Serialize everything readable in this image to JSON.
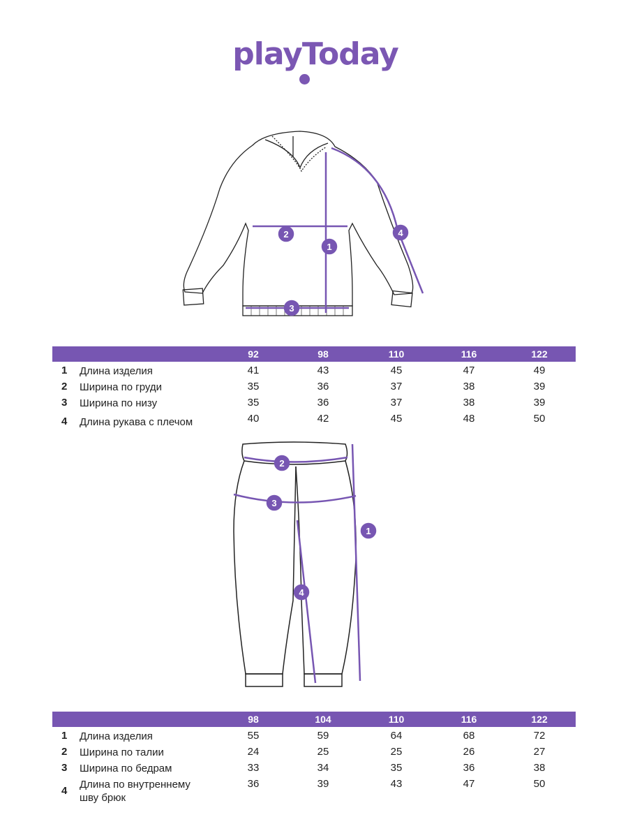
{
  "brand": {
    "logo_text": "playToday",
    "color": "#7B57B3"
  },
  "hoodie_table": {
    "sizes": [
      "92",
      "98",
      "110",
      "116",
      "122"
    ],
    "rows": [
      {
        "num": "1",
        "label": "Длина изделия",
        "values": [
          "41",
          "43",
          "45",
          "47",
          "49"
        ]
      },
      {
        "num": "2",
        "label": "Ширина по груди",
        "values": [
          "35",
          "36",
          "37",
          "38",
          "39"
        ]
      },
      {
        "num": "3",
        "label": "Ширина по низу",
        "values": [
          "35",
          "36",
          "37",
          "38",
          "39"
        ]
      },
      {
        "num": "4",
        "label": "Длина рукава с плечом",
        "values": [
          "40",
          "42",
          "45",
          "48",
          "50"
        ]
      }
    ]
  },
  "pants_table": {
    "sizes": [
      "98",
      "104",
      "110",
      "116",
      "122"
    ],
    "rows": [
      {
        "num": "1",
        "label": "Длина изделия",
        "values": [
          "55",
          "59",
          "64",
          "68",
          "72"
        ]
      },
      {
        "num": "2",
        "label": "Ширина по талии",
        "values": [
          "24",
          "25",
          "25",
          "26",
          "27"
        ]
      },
      {
        "num": "3",
        "label": "Ширина по бедрам",
        "values": [
          "33",
          "34",
          "35",
          "36",
          "38"
        ]
      },
      {
        "num": "4",
        "label": "Длина по внутреннему шву брюк",
        "values": [
          "36",
          "39",
          "43",
          "47",
          "50"
        ]
      }
    ]
  },
  "markers": [
    "1",
    "2",
    "3",
    "4"
  ]
}
